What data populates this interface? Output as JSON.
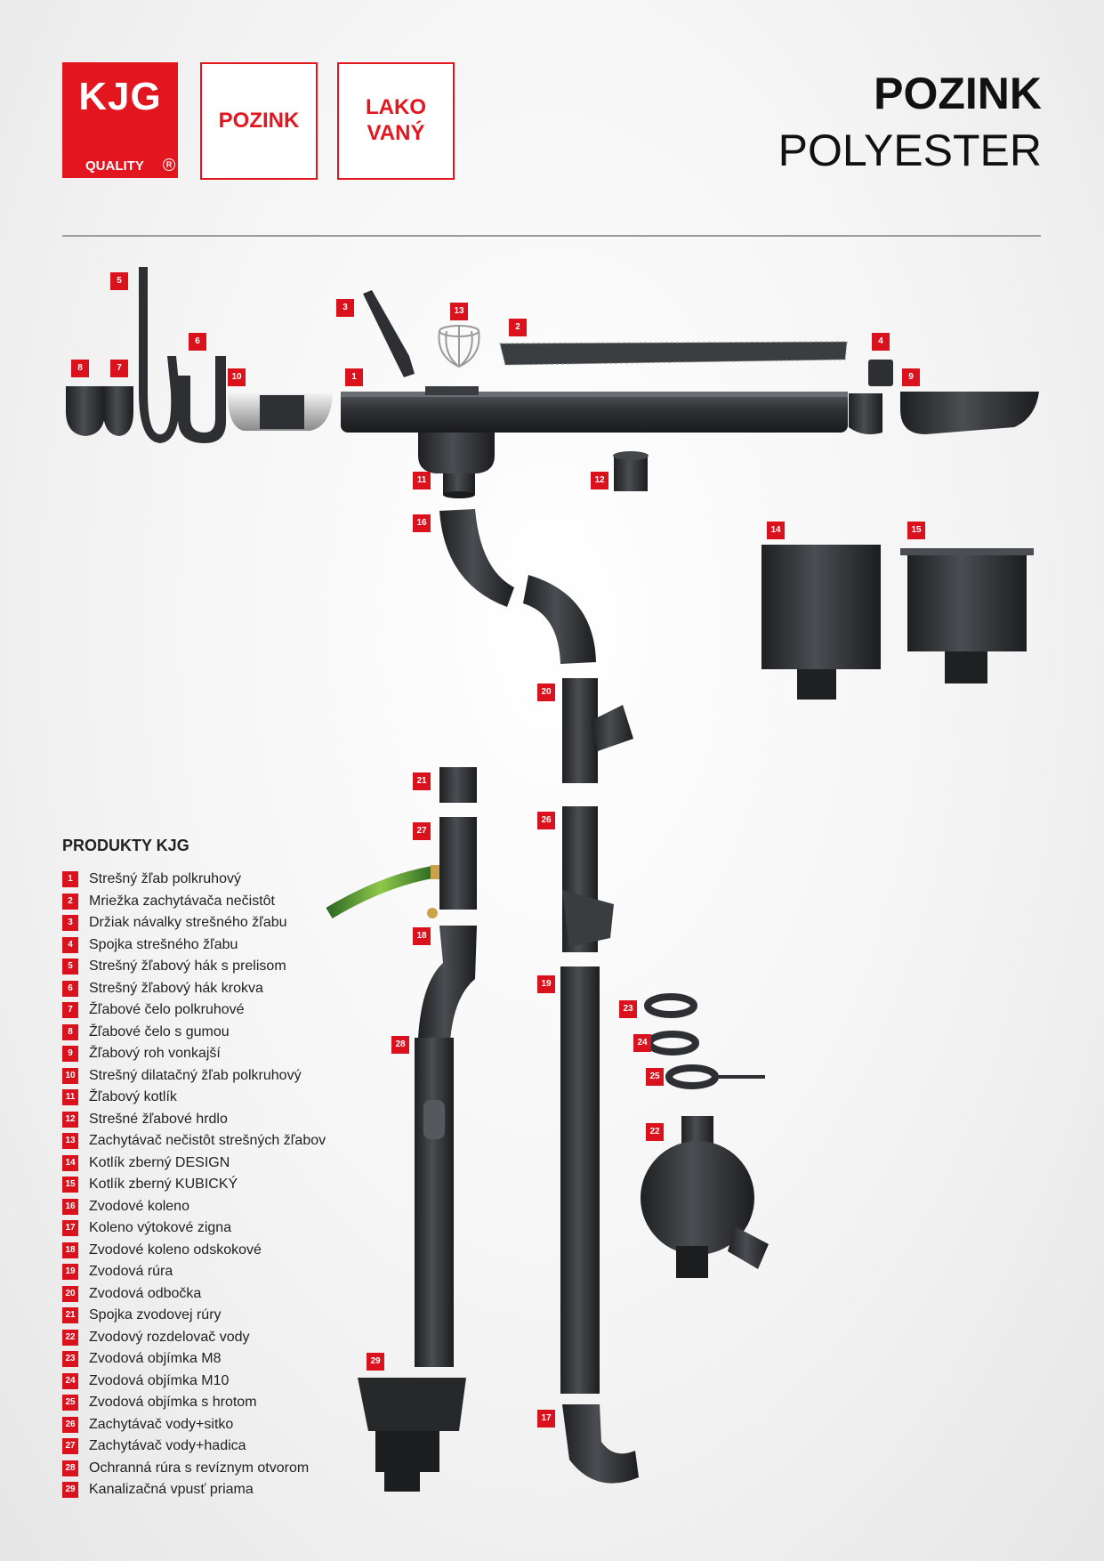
{
  "header": {
    "logo_main": "KJG",
    "logo_sub": "QUALITY",
    "logo_reg": "R",
    "tag_pozink": "POZINK",
    "tag_lako": "LAKO\nVANÝ",
    "title_main": "POZINK",
    "title_sub": "POLYESTER"
  },
  "diagram": {
    "callouts": [
      "1",
      "2",
      "3",
      "4",
      "5",
      "6",
      "7",
      "8",
      "9",
      "10",
      "11",
      "12",
      "13",
      "14",
      "15",
      "16",
      "17",
      "18",
      "19",
      "20",
      "21",
      "22",
      "23",
      "24",
      "25",
      "26",
      "27",
      "28",
      "29"
    ],
    "product_color": "#2f3134",
    "accent": "#d9121d"
  },
  "legend": {
    "title": "PRODUKTY KJG",
    "items": [
      {
        "num": "1",
        "label": "Strešný žľab polkruhový"
      },
      {
        "num": "2",
        "label": "Mriežka zachytávača nečistôt"
      },
      {
        "num": "3",
        "label": "Držiak návalky strešného žľabu"
      },
      {
        "num": "4",
        "label": "Spojka strešného žľabu"
      },
      {
        "num": "5",
        "label": "Strešný žľabový hák s prelisom"
      },
      {
        "num": "6",
        "label": "Strešný žľabový hák krokva"
      },
      {
        "num": "7",
        "label": "Žľabové čelo polkruhové"
      },
      {
        "num": "8",
        "label": "Žľabové čelo s gumou"
      },
      {
        "num": "9",
        "label": "Žľabový roh vonkajší"
      },
      {
        "num": "10",
        "label": "Strešný dilatačný žľab polkruhový"
      },
      {
        "num": "11",
        "label": "Žľabový kotlík"
      },
      {
        "num": "12",
        "label": "Strešné žľabové hrdlo"
      },
      {
        "num": "13",
        "label": "Zachytávač nečistôt strešných žľabov"
      },
      {
        "num": "14",
        "label": "Kotlík zberný DESIGN"
      },
      {
        "num": "15",
        "label": "Kotlík zberný KUBICKÝ"
      },
      {
        "num": "16",
        "label": "Zvodové koleno"
      },
      {
        "num": "17",
        "label": "Koleno výtokové zigna"
      },
      {
        "num": "18",
        "label": "Zvodové koleno odskokové"
      },
      {
        "num": "19",
        "label": "Zvodová rúra"
      },
      {
        "num": "20",
        "label": "Zvodová odbočka"
      },
      {
        "num": "21",
        "label": "Spojka zvodovej rúry"
      },
      {
        "num": "22",
        "label": "Zvodový rozdelovač vody"
      },
      {
        "num": "23",
        "label": "Zvodová objímka M8"
      },
      {
        "num": "24",
        "label": "Zvodová objímka M10"
      },
      {
        "num": "25",
        "label": "Zvodová objímka s hrotom"
      },
      {
        "num": "26",
        "label": "Zachytávač vody+sitko"
      },
      {
        "num": "27",
        "label": "Zachytávač vody+hadica"
      },
      {
        "num": "28",
        "label": "Ochranná rúra s revíznym otvorom"
      },
      {
        "num": "29",
        "label": "Kanalizačná vpusť priama"
      }
    ]
  }
}
